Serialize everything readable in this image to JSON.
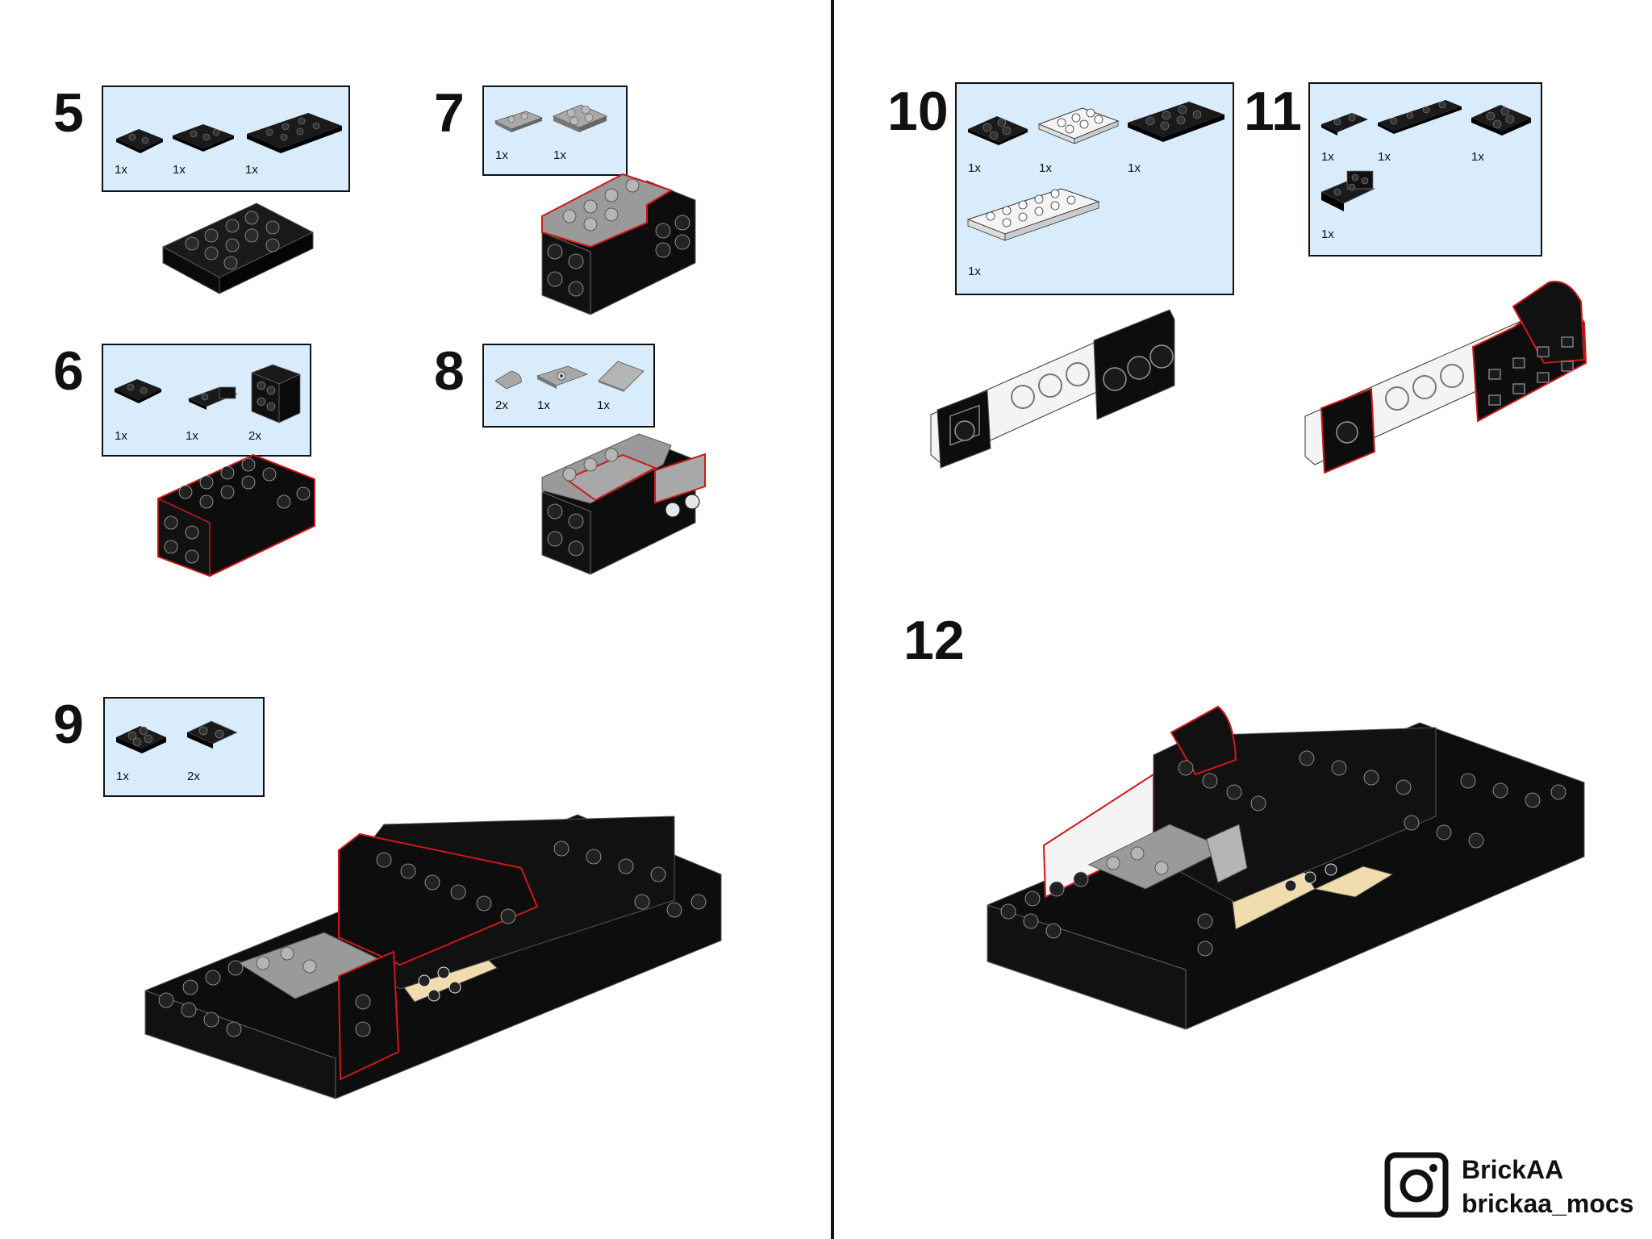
{
  "steps": [
    {
      "number": "5",
      "parts": [
        {
          "name": "plate-2x2",
          "qty": "1x"
        },
        {
          "name": "plate-2x3",
          "qty": "1x"
        },
        {
          "name": "plate-2x4",
          "qty": "1x"
        }
      ]
    },
    {
      "number": "6",
      "parts": [
        {
          "name": "plate-2x2",
          "qty": "1x"
        },
        {
          "name": "bracket-1x2",
          "qty": "1x"
        },
        {
          "name": "brick-studs-on-side",
          "qty": "2x"
        }
      ]
    },
    {
      "number": "7",
      "parts": [
        {
          "name": "plate-1x2-gray",
          "qty": "1x"
        },
        {
          "name": "plate-2x2-gray",
          "qty": "1x"
        }
      ]
    },
    {
      "number": "8",
      "parts": [
        {
          "name": "tile-quarter-round-gray",
          "qty": "2x"
        },
        {
          "name": "plate-jumper-gray",
          "qty": "1x"
        },
        {
          "name": "slope-gray",
          "qty": "1x"
        }
      ]
    },
    {
      "number": "9",
      "parts": [
        {
          "name": "plate-2x2",
          "qty": "1x"
        },
        {
          "name": "plate-modified-2x2",
          "qty": "2x"
        }
      ]
    },
    {
      "number": "10",
      "parts": [
        {
          "name": "plate-2x2",
          "qty": "1x"
        },
        {
          "name": "plate-2x3-white",
          "qty": "1x"
        },
        {
          "name": "plate-2x4",
          "qty": "1x"
        },
        {
          "name": "plate-2x6-white",
          "qty": "1x"
        }
      ]
    },
    {
      "number": "11",
      "parts": [
        {
          "name": "plate-1x2",
          "qty": "1x"
        },
        {
          "name": "plate-1x4",
          "qty": "1x"
        },
        {
          "name": "plate-2x2",
          "qty": "1x"
        },
        {
          "name": "bracket-2x2",
          "qty": "1x"
        }
      ]
    },
    {
      "number": "12",
      "parts": []
    }
  ],
  "brand": {
    "name": "BrickAA",
    "handle": "brickaa_mocs",
    "icon": "instagram-icon"
  },
  "colors": {
    "panel": "#d8ecfb",
    "brick_black": "#1a1a1a",
    "brick_gray": "#9c9c9c",
    "brick_white": "#f2f2f2",
    "brick_tan": "#f1dcae",
    "highlight": "#d01818"
  }
}
